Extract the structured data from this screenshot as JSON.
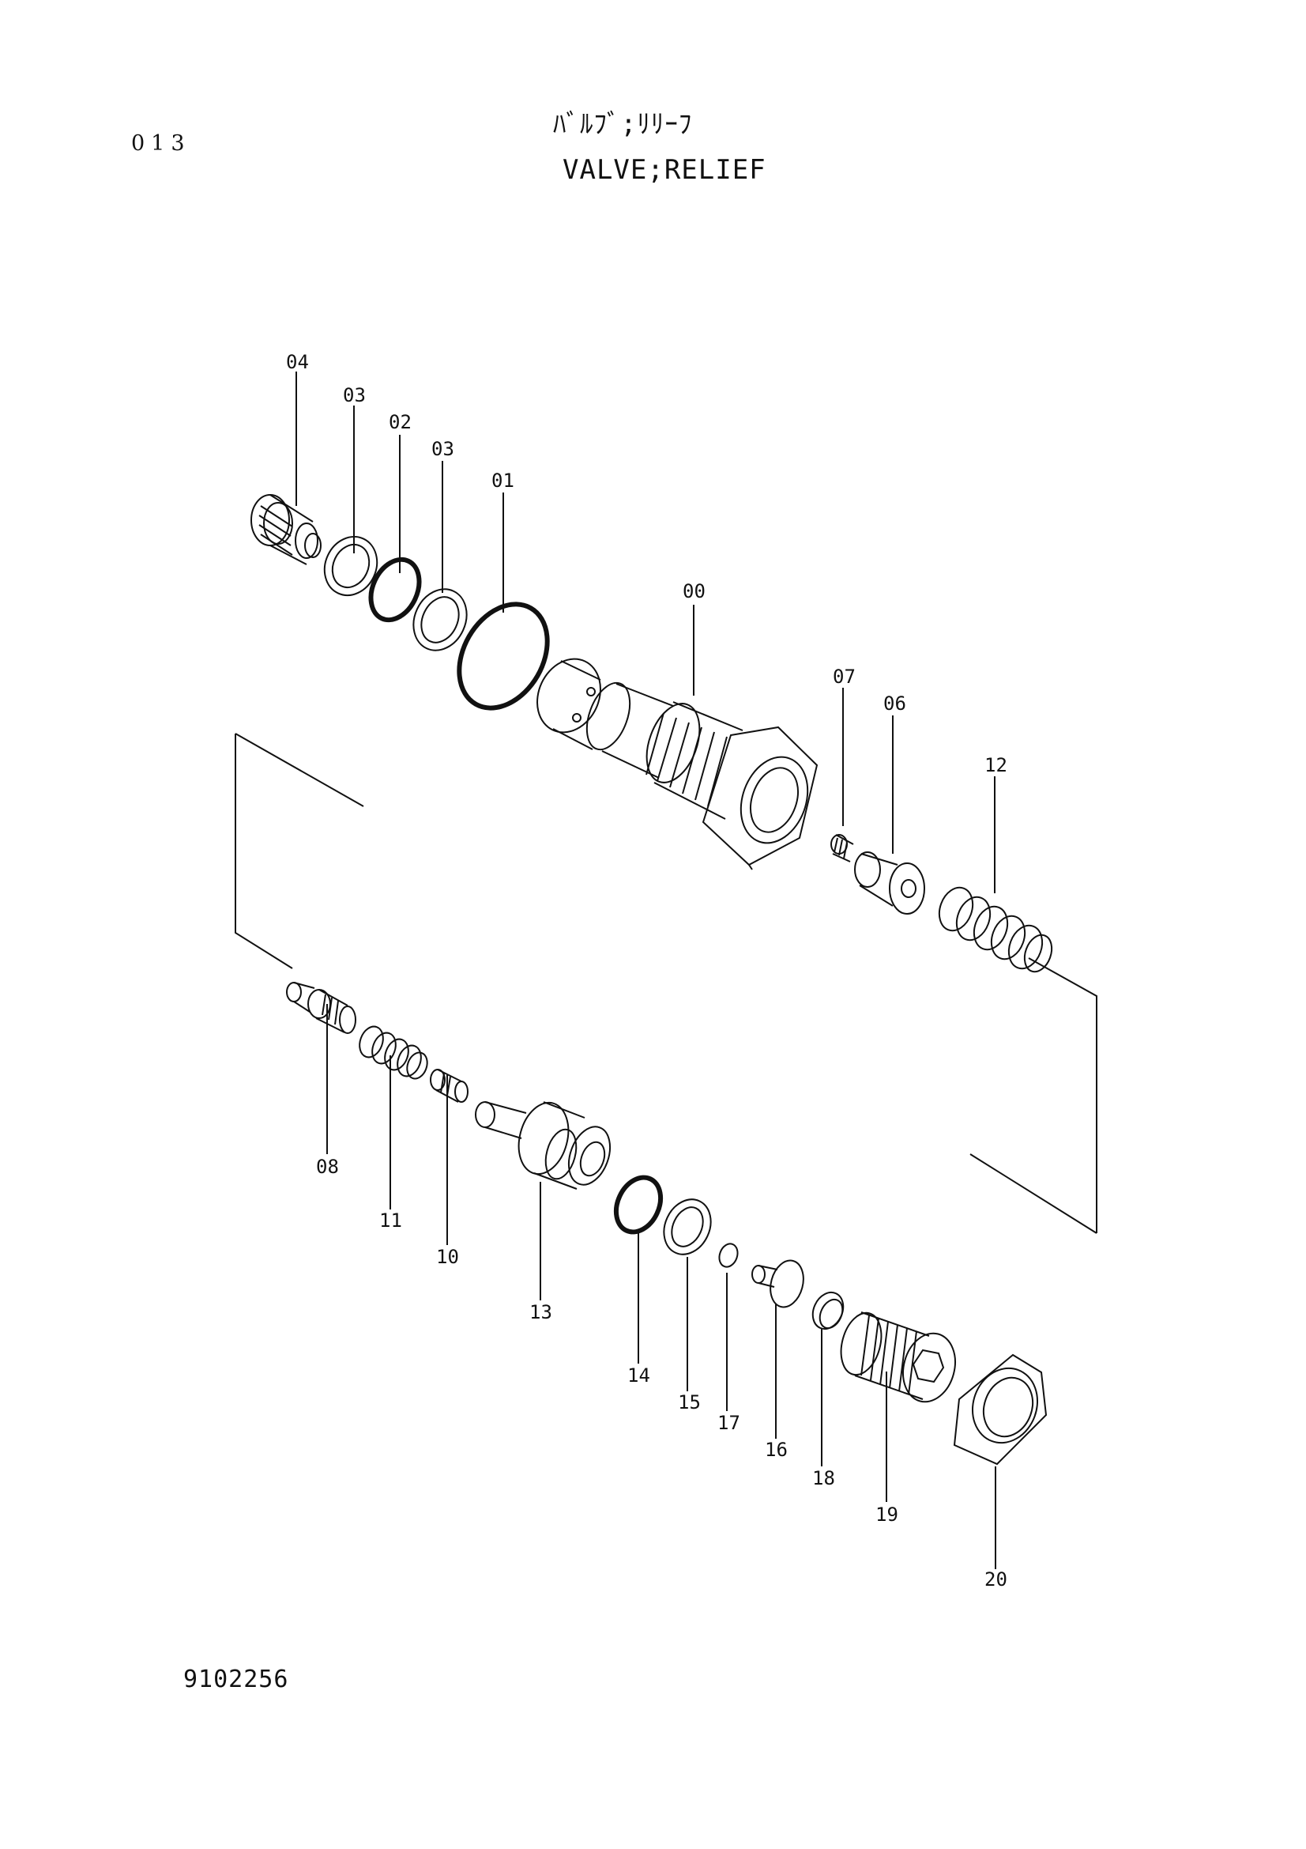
{
  "page_number": "013",
  "title_jp": "ﾊﾞﾙﾌﾞ;ﾘﾘｰﾌ",
  "title_en": "VALVE;RELIEF",
  "drawing_number": "9102256",
  "parts": {
    "p00": "00",
    "p01": "01",
    "p02": "02",
    "p03a": "03",
    "p03b": "03",
    "p04": "04",
    "p06": "06",
    "p07": "07",
    "p08": "08",
    "p10": "10",
    "p11": "11",
    "p12": "12",
    "p13": "13",
    "p14": "14",
    "p15": "15",
    "p16": "16",
    "p17": "17",
    "p18": "18",
    "p19": "19",
    "p20": "20"
  }
}
